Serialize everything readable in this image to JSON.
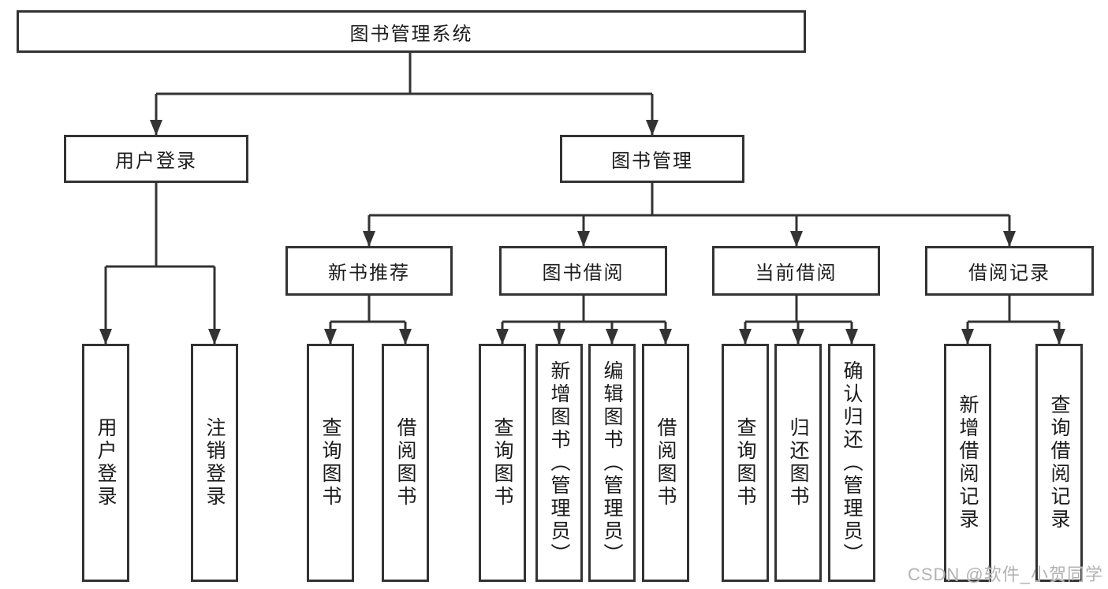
{
  "nodes": {
    "root": {
      "label": "图书管理系统"
    },
    "branches": [
      {
        "label": "用户登录",
        "children": [
          {
            "label": "用户登录"
          },
          {
            "label": "注销登录"
          }
        ]
      },
      {
        "label": "图书管理",
        "children": [
          {
            "label": "新书推荐",
            "children": [
              {
                "label": "查询图书"
              },
              {
                "label": "借阅图书"
              }
            ]
          },
          {
            "label": "图书借阅",
            "children": [
              {
                "label": "查询图书"
              },
              {
                "label": "新增图书（管理员）"
              },
              {
                "label": "编辑图书（管理员）"
              },
              {
                "label": "借阅图书"
              }
            ]
          },
          {
            "label": "当前借阅",
            "children": [
              {
                "label": "查询图书"
              },
              {
                "label": "归还图书"
              },
              {
                "label": "确认归还（管理员）"
              }
            ]
          },
          {
            "label": "借阅记录",
            "children": [
              {
                "label": "新增借阅记录"
              },
              {
                "label": "查询借阅记录"
              }
            ]
          }
        ]
      }
    ]
  },
  "watermark": {
    "text": "CSDN @软件_小贺同学"
  },
  "colors": {
    "background": "#ffffff",
    "line": "#333333",
    "box_border": "#333333",
    "text": "#1c1c1c",
    "watermark": "#b2b2b2"
  }
}
